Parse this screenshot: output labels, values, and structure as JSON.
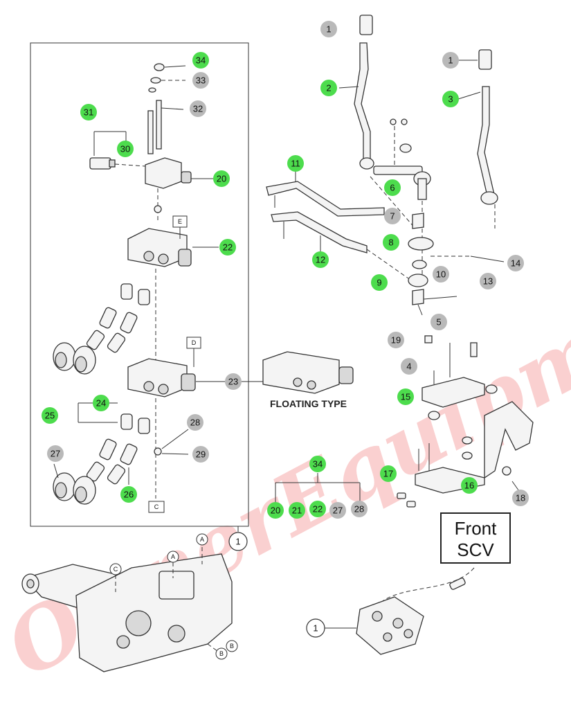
{
  "watermark": "OwnerEquipmentLLC",
  "floating_label": "FLOATING TYPE",
  "front_label": {
    "line1": "Front",
    "line2": "SCV"
  },
  "group_box_ref": "1",
  "legend_row": [
    "20",
    "21",
    "22",
    "27",
    "28"
  ],
  "legend_head": "34",
  "colors": {
    "green": "#4ddc4d",
    "gray": "#b9b9b9",
    "watermark": "#e60000"
  },
  "callouts": {
    "c34a": "34",
    "c33": "33",
    "c32": "32",
    "c31": "31",
    "c30": "30",
    "c20": "20",
    "c22": "22",
    "c23": "23",
    "c24": "24",
    "c25": "25",
    "c26": "26",
    "c27": "27",
    "c28": "28",
    "c29": "29",
    "c1a": "1",
    "c2": "2",
    "c1b": "1",
    "c3": "3",
    "c6": "6",
    "c7": "7",
    "c8": "8",
    "c9": "9",
    "c10": "10",
    "c11": "11",
    "c12": "12",
    "c13": "13",
    "c14": "14",
    "c5": "5",
    "c19": "19",
    "c4": "4",
    "c15": "15",
    "c17": "17",
    "c16": "16",
    "c18": "18",
    "c34b": "34",
    "c1c": "1",
    "c1d": "1"
  },
  "letter_tags": {
    "E": "E",
    "D": "D",
    "C": "C",
    "A": "A",
    "B": "B"
  }
}
